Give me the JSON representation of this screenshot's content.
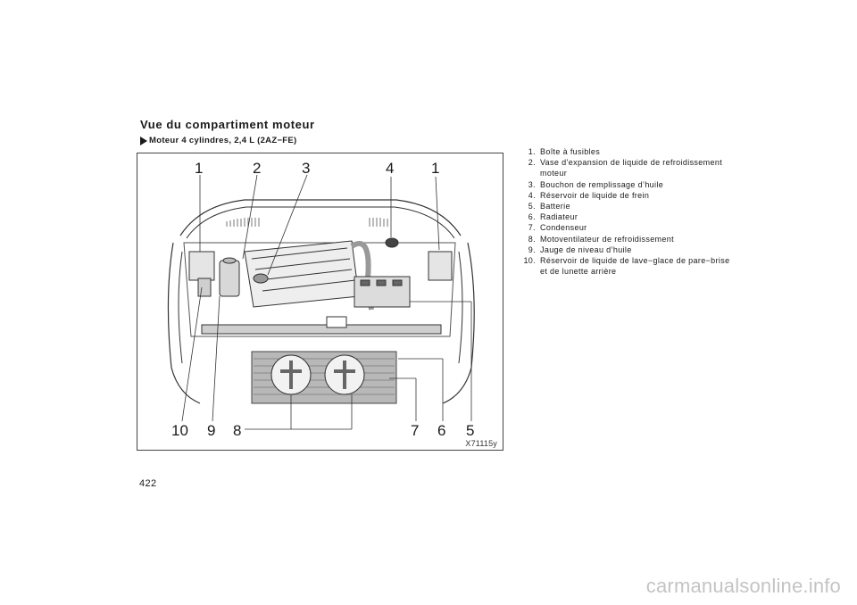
{
  "page": {
    "title": "Vue du compartiment moteur",
    "subtitle": "Moteur 4 cylindres, 2,4 L (2AZ−FE)",
    "page_number": "422",
    "watermark": "carmanualsonline.info"
  },
  "figure": {
    "code": "X71115y",
    "callouts_top": [
      "1",
      "2",
      "3",
      "4",
      "1"
    ],
    "callouts_bottom": [
      "10",
      "9",
      "8",
      "7",
      "6",
      "5"
    ]
  },
  "legend": [
    {
      "num": "1.",
      "text": "Boîte à fusibles"
    },
    {
      "num": "2.",
      "text": "Vase d’expansion de liquide de refroidissement moteur"
    },
    {
      "num": "3.",
      "text": "Bouchon de remplissage d’huile"
    },
    {
      "num": "4.",
      "text": "Réservoir de liquide de frein"
    },
    {
      "num": "5.",
      "text": "Batterie"
    },
    {
      "num": "6.",
      "text": "Radiateur"
    },
    {
      "num": "7.",
      "text": "Condenseur"
    },
    {
      "num": "8.",
      "text": "Motoventilateur de refroidissement"
    },
    {
      "num": "9.",
      "text": "Jauge de niveau d’huile"
    },
    {
      "num": "10.",
      "text": "Réservoir de liquide de lave−glace de pare−brise et de lunette arrière"
    }
  ]
}
